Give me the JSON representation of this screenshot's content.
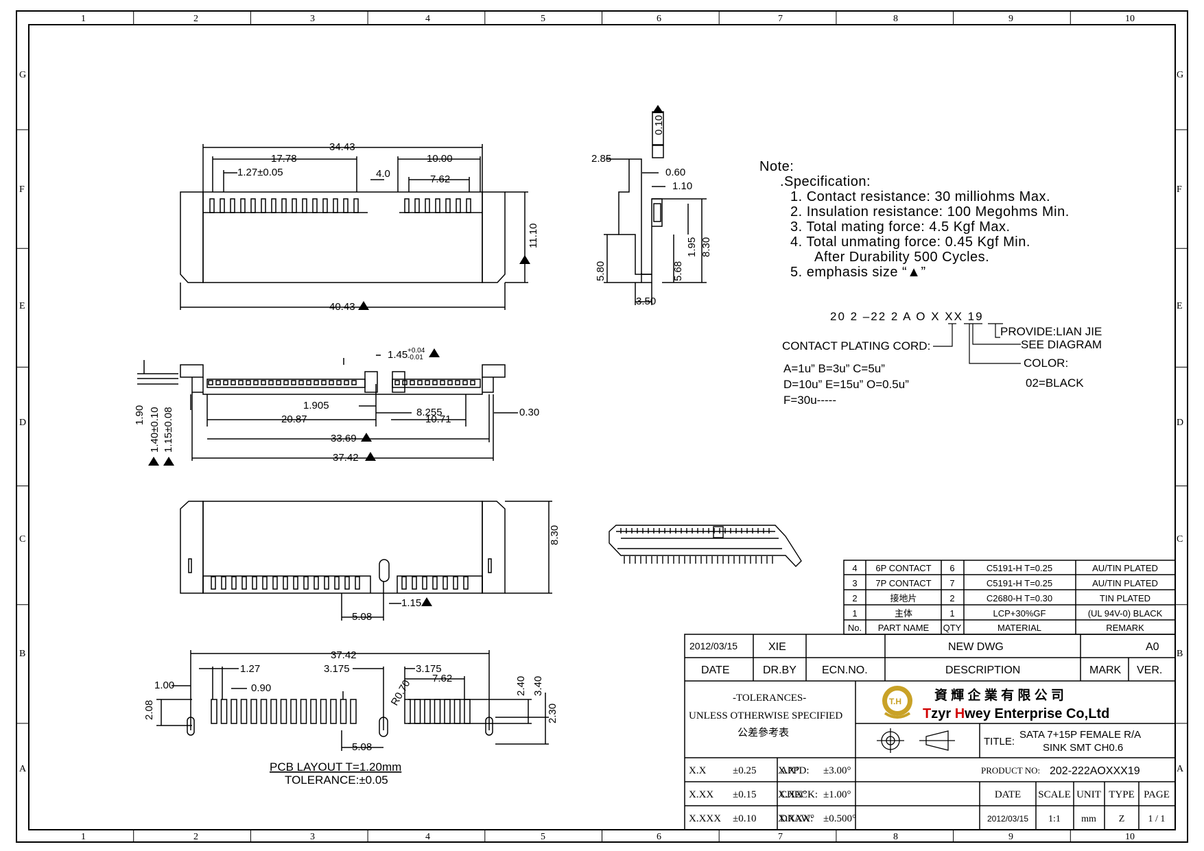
{
  "zones": {
    "columns": [
      "1",
      "2",
      "3",
      "4",
      "5",
      "6",
      "7",
      "8",
      "9",
      "10"
    ],
    "rows": [
      "G",
      "F",
      "E",
      "D",
      "C",
      "B",
      "A"
    ]
  },
  "top_view": {
    "dims": [
      "34.43",
      "17.78",
      "1.27±0.05",
      "4.0",
      "10.00",
      "7.62",
      "11.10",
      "40.43"
    ]
  },
  "side_view": {
    "dims": [
      "0.10",
      "2.85",
      "0.60",
      "1.10",
      "5.80",
      "5.68",
      "1.95",
      "8.30",
      "3.50"
    ]
  },
  "front_view": {
    "dims": [
      "1.45",
      "+0.04",
      "-0.01",
      "1.905",
      "8.255",
      "0.30",
      "20.87",
      "10.71",
      "33.69",
      "37.42",
      "1.90",
      "1.40±0.10",
      "1.15±0.08"
    ]
  },
  "bottom_view": {
    "dims": [
      "8.30",
      "1.15",
      "5.08"
    ]
  },
  "pcb_layout": {
    "dims": [
      "37.42",
      "1.27",
      "3.175",
      "3.175",
      "7.62",
      "1.00",
      "0.90",
      "R0.70",
      "2.08",
      "2.40",
      "3.40",
      "2.30",
      "5.08"
    ],
    "title": "PCB LAYOUT T=1.20mm",
    "tolerance": "TOLERANCE:±0.05"
  },
  "notes": {
    "heading": "Note:",
    "spec_heading": ".Specification:",
    "items": [
      "1. Contact resistance: 30 milliohms Max.",
      "2. Insulation resistance: 100 Megohms Min.",
      "3. Total mating force: 4.5 Kgf Max.",
      "4. Total unmating force: 0.45 Kgf Min.",
      "After Durability 500 Cycles.",
      "5. emphasis size “▲”"
    ]
  },
  "part_code": {
    "code": "20 2 –22 2 A O X XX 19",
    "provide": "PROVIDE:LIAN JIE",
    "see": "SEE DIAGRAM",
    "plating": "CONTACT PLATING CORD:",
    "color": "COLOR:",
    "color_value": "02=BLACK",
    "options1": "A=1u”   B=3u”   C=5u”",
    "options2": "D=10u”  E=15u”  O=0.5u”",
    "options3": "F=30u-----"
  },
  "bom": {
    "headers": [
      "No.",
      "PART NAME",
      "QTY",
      "MATERIAL",
      "REMARK"
    ],
    "rows": [
      [
        "4",
        "6P CONTACT",
        "6",
        "C5191-H T=0.25",
        "AU/TIN PLATED"
      ],
      [
        "3",
        "7P CONTACT",
        "7",
        "C5191-H T=0.25",
        "AU/TIN PLATED"
      ],
      [
        "2",
        "接地片",
        "2",
        "C2680-H T=0.30",
        "TIN PLATED"
      ],
      [
        "1",
        "主体",
        "1",
        "LCP+30%GF",
        "(UL 94V-0) BLACK"
      ]
    ]
  },
  "revision": {
    "date": "2012/03/15",
    "drby": "XIE",
    "description": "NEW DWG",
    "version": "A0",
    "headers": [
      "DATE",
      "DR.BY",
      "ECN.NO.",
      "DESCRIPTION",
      "MARK",
      "VER."
    ]
  },
  "tolerances": {
    "heading": "-TOLERANCES-",
    "line1": "UNLESS OTHERWISE SPECIFIED",
    "line2": "公差參考表",
    "rows": [
      [
        "X.X",
        "±0.25",
        "X.X°",
        "±3.00°"
      ],
      [
        "X.XX",
        "±0.15",
        "X.XX°",
        "±1.00°"
      ],
      [
        "X.XXX",
        "±0.10",
        "X.XXX°",
        "±0.500°"
      ]
    ]
  },
  "company": {
    "logo": "T.H",
    "name_cn": "資 輝 企 業 有 限 公 司",
    "name_en_1": "T",
    "name_en_2": "zyr ",
    "name_en_3": "H",
    "name_en_4": "wey Enterprise Co,Ltd"
  },
  "title_block": {
    "title_label": "TITLE:",
    "title_1": "SATA 7+15P FEMALE R/A",
    "title_2": "SINK SMT CH0.6",
    "appd": "APPD:",
    "check": "CHECK:",
    "draw": "DRAW:",
    "product_label": "PRODUCT NO:",
    "product_no": "202-222AOXXX19",
    "headers": [
      "DATE",
      "SCALE",
      "UNIT",
      "TYPE",
      "PAGE"
    ],
    "values": [
      "2012/03/15",
      "1:1",
      "mm",
      "Z",
      "1 / 1"
    ]
  },
  "colors": {
    "logo_fill": "#c9a227",
    "red": "#d10000"
  }
}
